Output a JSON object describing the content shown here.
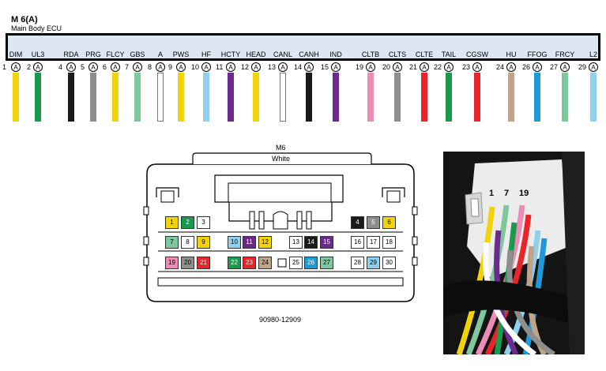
{
  "header": {
    "title": "M 6(A)",
    "subtitle": "Main Body ECU"
  },
  "terminals": [
    {
      "pin": "1",
      "signal": "DIM",
      "conn": "A",
      "wire_color": "#f2d30b"
    },
    {
      "pin": "2",
      "signal": "UL3",
      "conn": "A",
      "wire_color": "#1a9a4e"
    },
    {
      "pin": "4",
      "signal": "RDA",
      "conn": "A",
      "wire_color": "#1a1a1a"
    },
    {
      "pin": "5",
      "signal": "PRG",
      "conn": "A",
      "wire_color": "#8e8e8e"
    },
    {
      "pin": "6",
      "signal": "FLCY",
      "conn": "A",
      "wire_color": "#f2d30b"
    },
    {
      "pin": "7",
      "signal": "GBS",
      "conn": "A",
      "wire_color": "#7fc79c"
    },
    {
      "pin": "8",
      "signal": "A",
      "conn": "A",
      "wire_color": "#ffffff"
    },
    {
      "pin": "9",
      "signal": "PWS",
      "conn": "A",
      "wire_color": "#f2d30b"
    },
    {
      "pin": "10",
      "signal": "HF",
      "conn": "A",
      "wire_color": "#8fd0ef"
    },
    {
      "pin": "11",
      "signal": "HCTY",
      "conn": "A",
      "wire_color": "#6b2a8c"
    },
    {
      "pin": "12",
      "signal": "HEAD",
      "conn": "A",
      "wire_color": "#f2d30b"
    },
    {
      "pin": "13",
      "signal": "CANL",
      "conn": "A",
      "wire_color": "#ffffff"
    },
    {
      "pin": "14",
      "signal": "CANH",
      "conn": "A",
      "wire_color": "#1a1a1a"
    },
    {
      "pin": "15",
      "signal": "IND",
      "conn": "A",
      "wire_color": "#6b2a8c"
    },
    {
      "pin": "19",
      "signal": "CLTB",
      "conn": "A",
      "wire_color": "#ec8db5"
    },
    {
      "pin": "20",
      "signal": "CLTS",
      "conn": "A",
      "wire_color": "#8e8e8e"
    },
    {
      "pin": "21",
      "signal": "CLTE",
      "conn": "A",
      "wire_color": "#e8262a"
    },
    {
      "pin": "22",
      "signal": "TAIL",
      "conn": "A",
      "wire_color": "#1a9a4e"
    },
    {
      "pin": "23",
      "signal": "CGSW",
      "conn": "A",
      "wire_color": "#e8262a"
    },
    {
      "pin": "24",
      "signal": "HU",
      "conn": "A",
      "wire_color": "#c0a48a"
    },
    {
      "pin": "26",
      "signal": "FFOG",
      "conn": "A",
      "wire_color": "#1e9ad8"
    },
    {
      "pin": "27",
      "signal": "FRCY",
      "conn": "A",
      "wire_color": "#7fc79c"
    },
    {
      "pin": "29",
      "signal": "L2",
      "conn": "A",
      "wire_color": "#8fd0ef"
    }
  ],
  "connector": {
    "name": "M6",
    "color_label": "White",
    "part_number": "90980-12909",
    "cells": [
      {
        "num": "1",
        "color": "#f2d30b",
        "text_color": "#000"
      },
      {
        "num": "2",
        "color": "#1a9a4e",
        "text_color": "#fff"
      },
      {
        "num": "3",
        "color": "#ffffff",
        "text_color": "#000"
      },
      {
        "num": "4",
        "color": "#1a1a1a",
        "text_color": "#fff"
      },
      {
        "num": "5",
        "color": "#8e8e8e",
        "text_color": "#fff"
      },
      {
        "num": "6",
        "color": "#f2d30b",
        "text_color": "#000"
      },
      {
        "num": "7",
        "color": "#7fc79c",
        "text_color": "#000"
      },
      {
        "num": "8",
        "color": "#ffffff",
        "text_color": "#000"
      },
      {
        "num": "9",
        "color": "#f2d30b",
        "text_color": "#000"
      },
      {
        "num": "10",
        "color": "#8fd0ef",
        "text_color": "#000"
      },
      {
        "num": "11",
        "color": "#6b2a8c",
        "text_color": "#fff"
      },
      {
        "num": "12",
        "color": "#f2d30b",
        "text_color": "#000"
      },
      {
        "num": "13",
        "color": "#ffffff",
        "text_color": "#000"
      },
      {
        "num": "14",
        "color": "#1a1a1a",
        "text_color": "#fff"
      },
      {
        "num": "15",
        "color": "#6b2a8c",
        "text_color": "#fff"
      },
      {
        "num": "16",
        "color": "#ffffff",
        "text_color": "#000"
      },
      {
        "num": "17",
        "color": "#ffffff",
        "text_color": "#000"
      },
      {
        "num": "18",
        "color": "#ffffff",
        "text_color": "#000"
      },
      {
        "num": "19",
        "color": "#ec8db5",
        "text_color": "#000"
      },
      {
        "num": "20",
        "color": "#8e8e8e",
        "text_color": "#000"
      },
      {
        "num": "21",
        "color": "#e8262a",
        "text_color": "#fff"
      },
      {
        "num": "22",
        "color": "#1a9a4e",
        "text_color": "#fff"
      },
      {
        "num": "23",
        "color": "#e8262a",
        "text_color": "#fff"
      },
      {
        "num": "24",
        "color": "#c0a48a",
        "text_color": "#000"
      },
      {
        "num": "25",
        "color": "#ffffff",
        "text_color": "#000"
      },
      {
        "num": "26",
        "color": "#1e9ad8",
        "text_color": "#fff"
      },
      {
        "num": "27",
        "color": "#7fc79c",
        "text_color": "#000"
      },
      {
        "num": "28",
        "color": "#ffffff",
        "text_color": "#000"
      },
      {
        "num": "29",
        "color": "#8fd0ef",
        "text_color": "#000"
      },
      {
        "num": "30",
        "color": "#ffffff",
        "text_color": "#000"
      }
    ]
  },
  "photo": {
    "labels": [
      "1",
      "7",
      "19"
    ],
    "wire_colors": [
      "#f2d30b",
      "#7fc79c",
      "#ec8db5",
      "#e8262a",
      "#1a9a4e",
      "#8fd0ef",
      "#6b2a8c",
      "#1e9ad8",
      "#ffffff",
      "#c0a48a",
      "#8e8e8e"
    ]
  }
}
